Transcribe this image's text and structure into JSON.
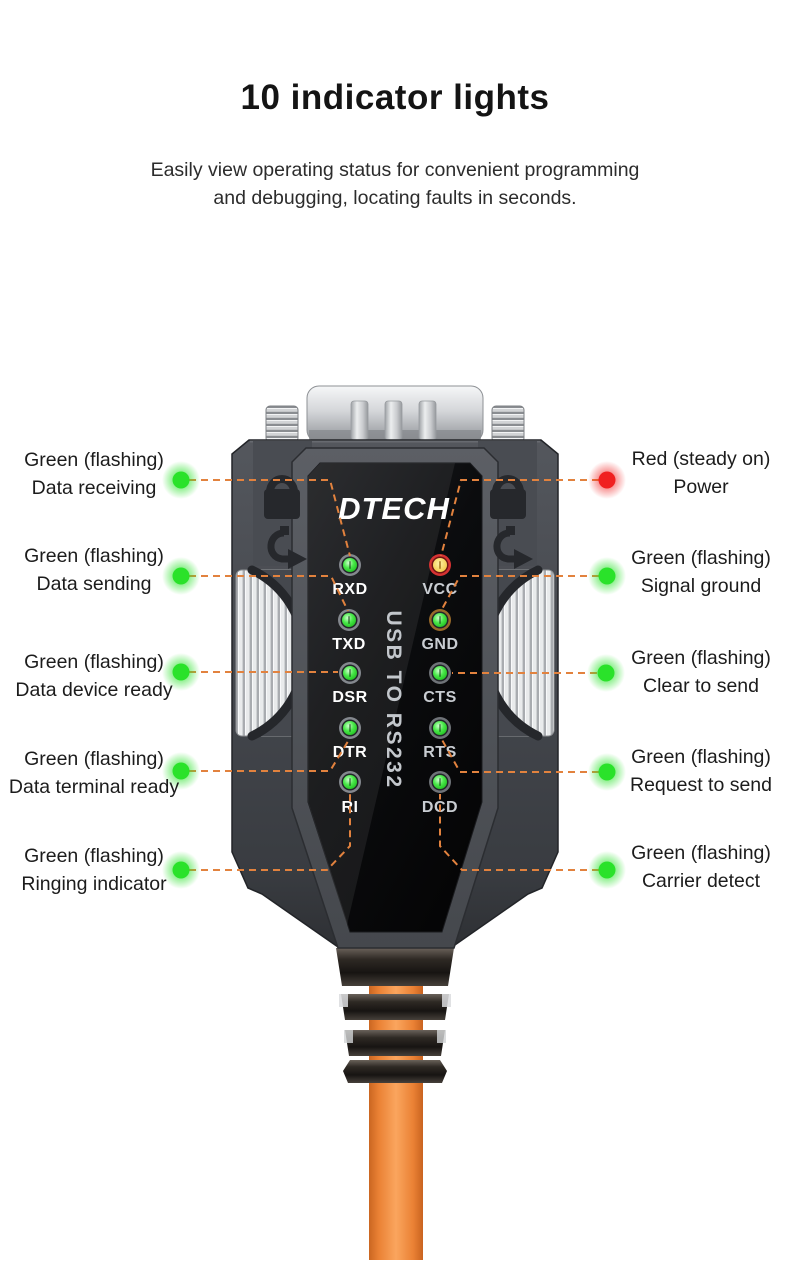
{
  "header": {
    "title": "10 indicator lights",
    "subtitle_line1": "Easily view operating status for convenient programming",
    "subtitle_line2": "and debugging, locating faults in seconds."
  },
  "callouts": {
    "left": [
      {
        "status": "Green (flashing)",
        "label": "Data receiving"
      },
      {
        "status": "Green (flashing)",
        "label": "Data sending"
      },
      {
        "status": "Green (flashing)",
        "label": "Data device ready"
      },
      {
        "status": "Green (flashing)",
        "label": "Data terminal ready"
      },
      {
        "status": "Green (flashing)",
        "label": "Ringing indicator"
      }
    ],
    "right": [
      {
        "status": "Red (steady on)",
        "label": "Power"
      },
      {
        "status": "Green (flashing)",
        "label": "Signal ground"
      },
      {
        "status": "Green (flashing)",
        "label": "Clear to send"
      },
      {
        "status": "Green (flashing)",
        "label": "Request to send"
      },
      {
        "status": "Green (flashing)",
        "label": "Carrier detect"
      }
    ]
  },
  "device": {
    "brand": "DTECH",
    "panel_text": "USB TO RS232",
    "leds_left": [
      "RXD",
      "TXD",
      "DSR",
      "DTR",
      "RI"
    ],
    "leds_right": [
      "VCC",
      "GND",
      "CTS",
      "RTS",
      "DCD"
    ]
  },
  "colors": {
    "leader_line": "#e2823e",
    "green_indicator": "#2ae22a",
    "red_indicator": "#f02020",
    "cable_orange": "#ef8a3a"
  }
}
